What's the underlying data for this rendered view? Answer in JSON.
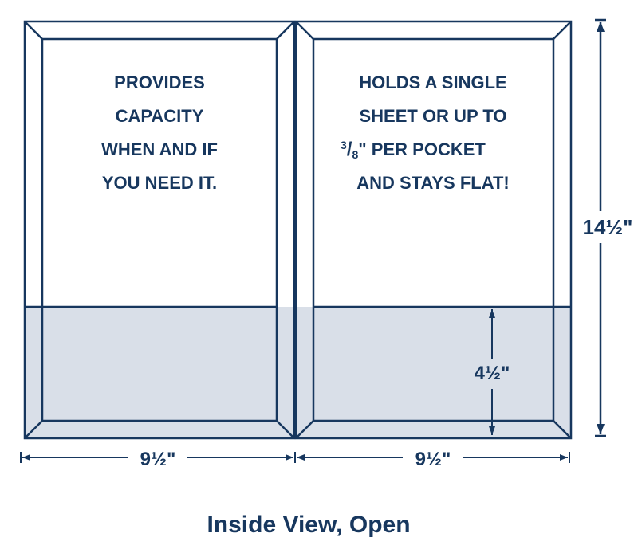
{
  "left_panel": {
    "lines": [
      "PROVIDES",
      "CAPACITY",
      "WHEN AND IF",
      "YOU NEED IT."
    ]
  },
  "right_panel": {
    "line1": "HOLDS A SINGLE",
    "line2": "SHEET OR UP TO",
    "line3_num": "3",
    "line3_den": "8",
    "line3_rest": "\" PER POCKET",
    "line4": "AND STAYS FLAT!"
  },
  "dimensions": {
    "height": "14½\"",
    "pocket_height": "4½\"",
    "width_left": "9½\"",
    "width_right": "9½\""
  },
  "caption": "Inside View, Open",
  "colors": {
    "stroke": "#17375e",
    "pocket_fill": "#d9dfe8",
    "text": "#17375e"
  }
}
